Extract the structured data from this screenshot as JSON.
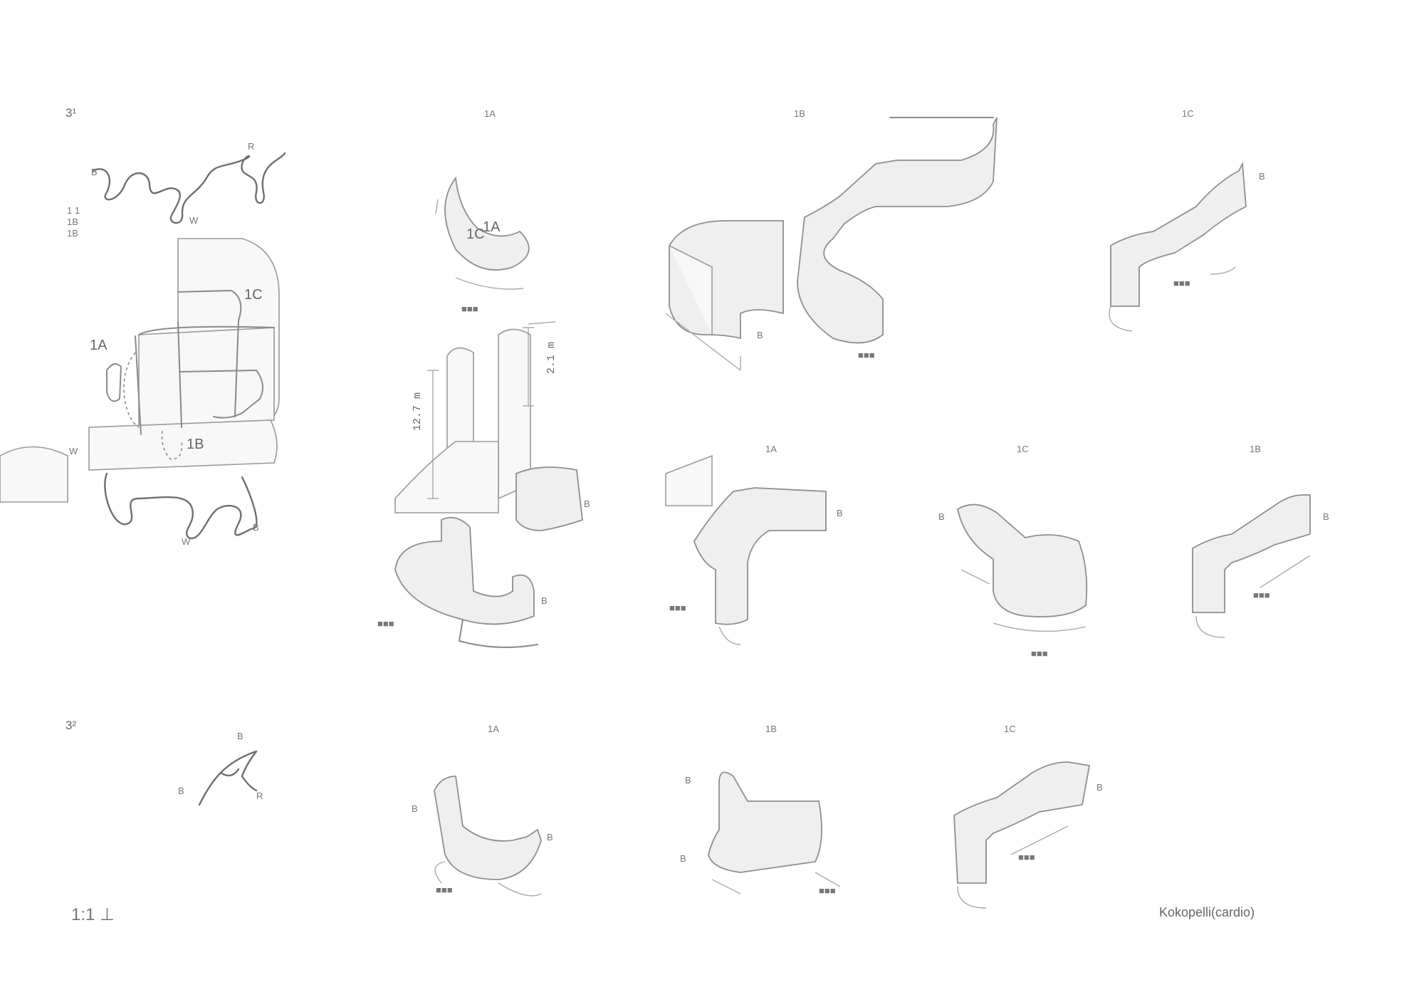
{
  "labels": {
    "part_1A": "1A",
    "part_1B": "1B",
    "part_1C": "1C",
    "dim_left": "12.7 m",
    "dim_right": "2.1 m"
  },
  "scale_text": "1:1 ⊥",
  "credit": "Kokopelli(cardio)"
}
